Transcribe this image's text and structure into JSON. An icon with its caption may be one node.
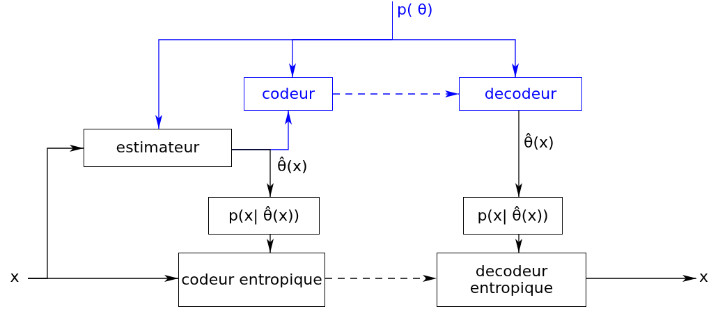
{
  "diagram": {
    "nodes": [
      {
        "text": [
          "p( θ)"
        ]
      },
      {
        "text": [
          "codeur"
        ]
      },
      {
        "text": [
          "decodeur"
        ]
      },
      {
        "text": [
          "estimateur"
        ]
      },
      {
        "text": [
          "p(x| θ̂(x))"
        ]
      },
      {
        "text": [
          "p(x| θ̂(x))"
        ]
      },
      {
        "text": [
          "x"
        ]
      },
      {
        "text": [
          "codeur entropique"
        ]
      },
      {
        "text": [
          "decodeur entropique"
        ]
      },
      {
        "text": [
          "x"
        ]
      }
    ],
    "edges": [
      {
        "from": 0,
        "to": 3,
        "arrow": "to",
        "color": "#0000ff"
      },
      {
        "from": 0,
        "to": 1,
        "arrow": "to",
        "color": "#0000ff"
      },
      {
        "from": 0,
        "to": 2,
        "arrow": "to",
        "color": "#0000ff"
      },
      {
        "from": 1,
        "to": 2,
        "arrow": "to",
        "style": "dashed",
        "color": "#0000ff"
      },
      {
        "from": 3,
        "to": 1,
        "arrow": "to",
        "color": "#0000ff"
      },
      {
        "from": 3,
        "to": 4,
        "arrow": "to",
        "label": "θ̂(x)"
      },
      {
        "from": 2,
        "to": 5,
        "arrow": "to",
        "label": "θ̂(x)"
      },
      {
        "from": 4,
        "to": 7,
        "arrow": "to"
      },
      {
        "from": 5,
        "to": 8,
        "arrow": "to"
      },
      {
        "from": 6,
        "to": 7,
        "arrow": "to"
      },
      {
        "from": 6,
        "to": 3,
        "arrow": "to"
      },
      {
        "from": 7,
        "to": 8,
        "arrow": "to",
        "style": "dashed"
      },
      {
        "from": 8,
        "to": 9,
        "arrow": "to"
      }
    ]
  }
}
